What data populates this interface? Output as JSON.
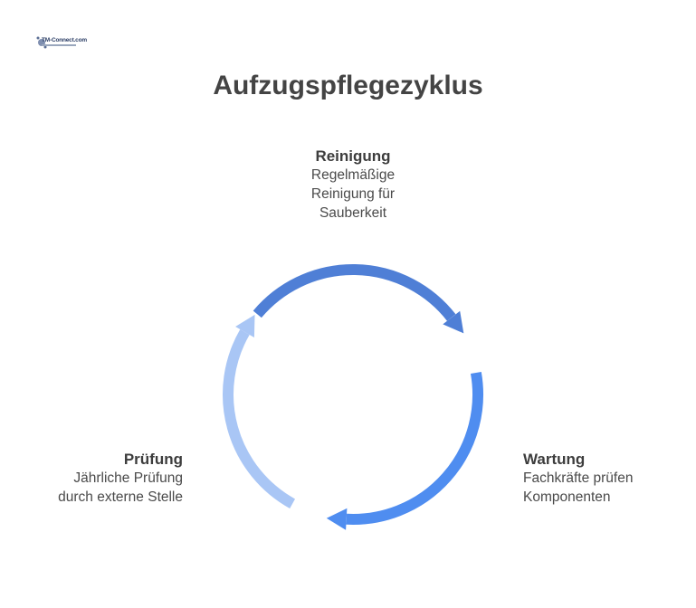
{
  "logo": {
    "text": "TM-Connect.com"
  },
  "title": "Aufzugspflegezyklus",
  "steps": [
    {
      "title": "Reinigung",
      "description": "Regelmäßige\nReinigung für\nSauberkeit",
      "color": "#4f7fd6"
    },
    {
      "title": "Wartung",
      "description": "Fachkräfte prüfen\nKomponenten",
      "color": "#4f8df0"
    },
    {
      "title": "Prüfung",
      "description": "Jährliche Prüfung\ndurch externe Stelle",
      "color": "#a9c6f5"
    }
  ]
}
